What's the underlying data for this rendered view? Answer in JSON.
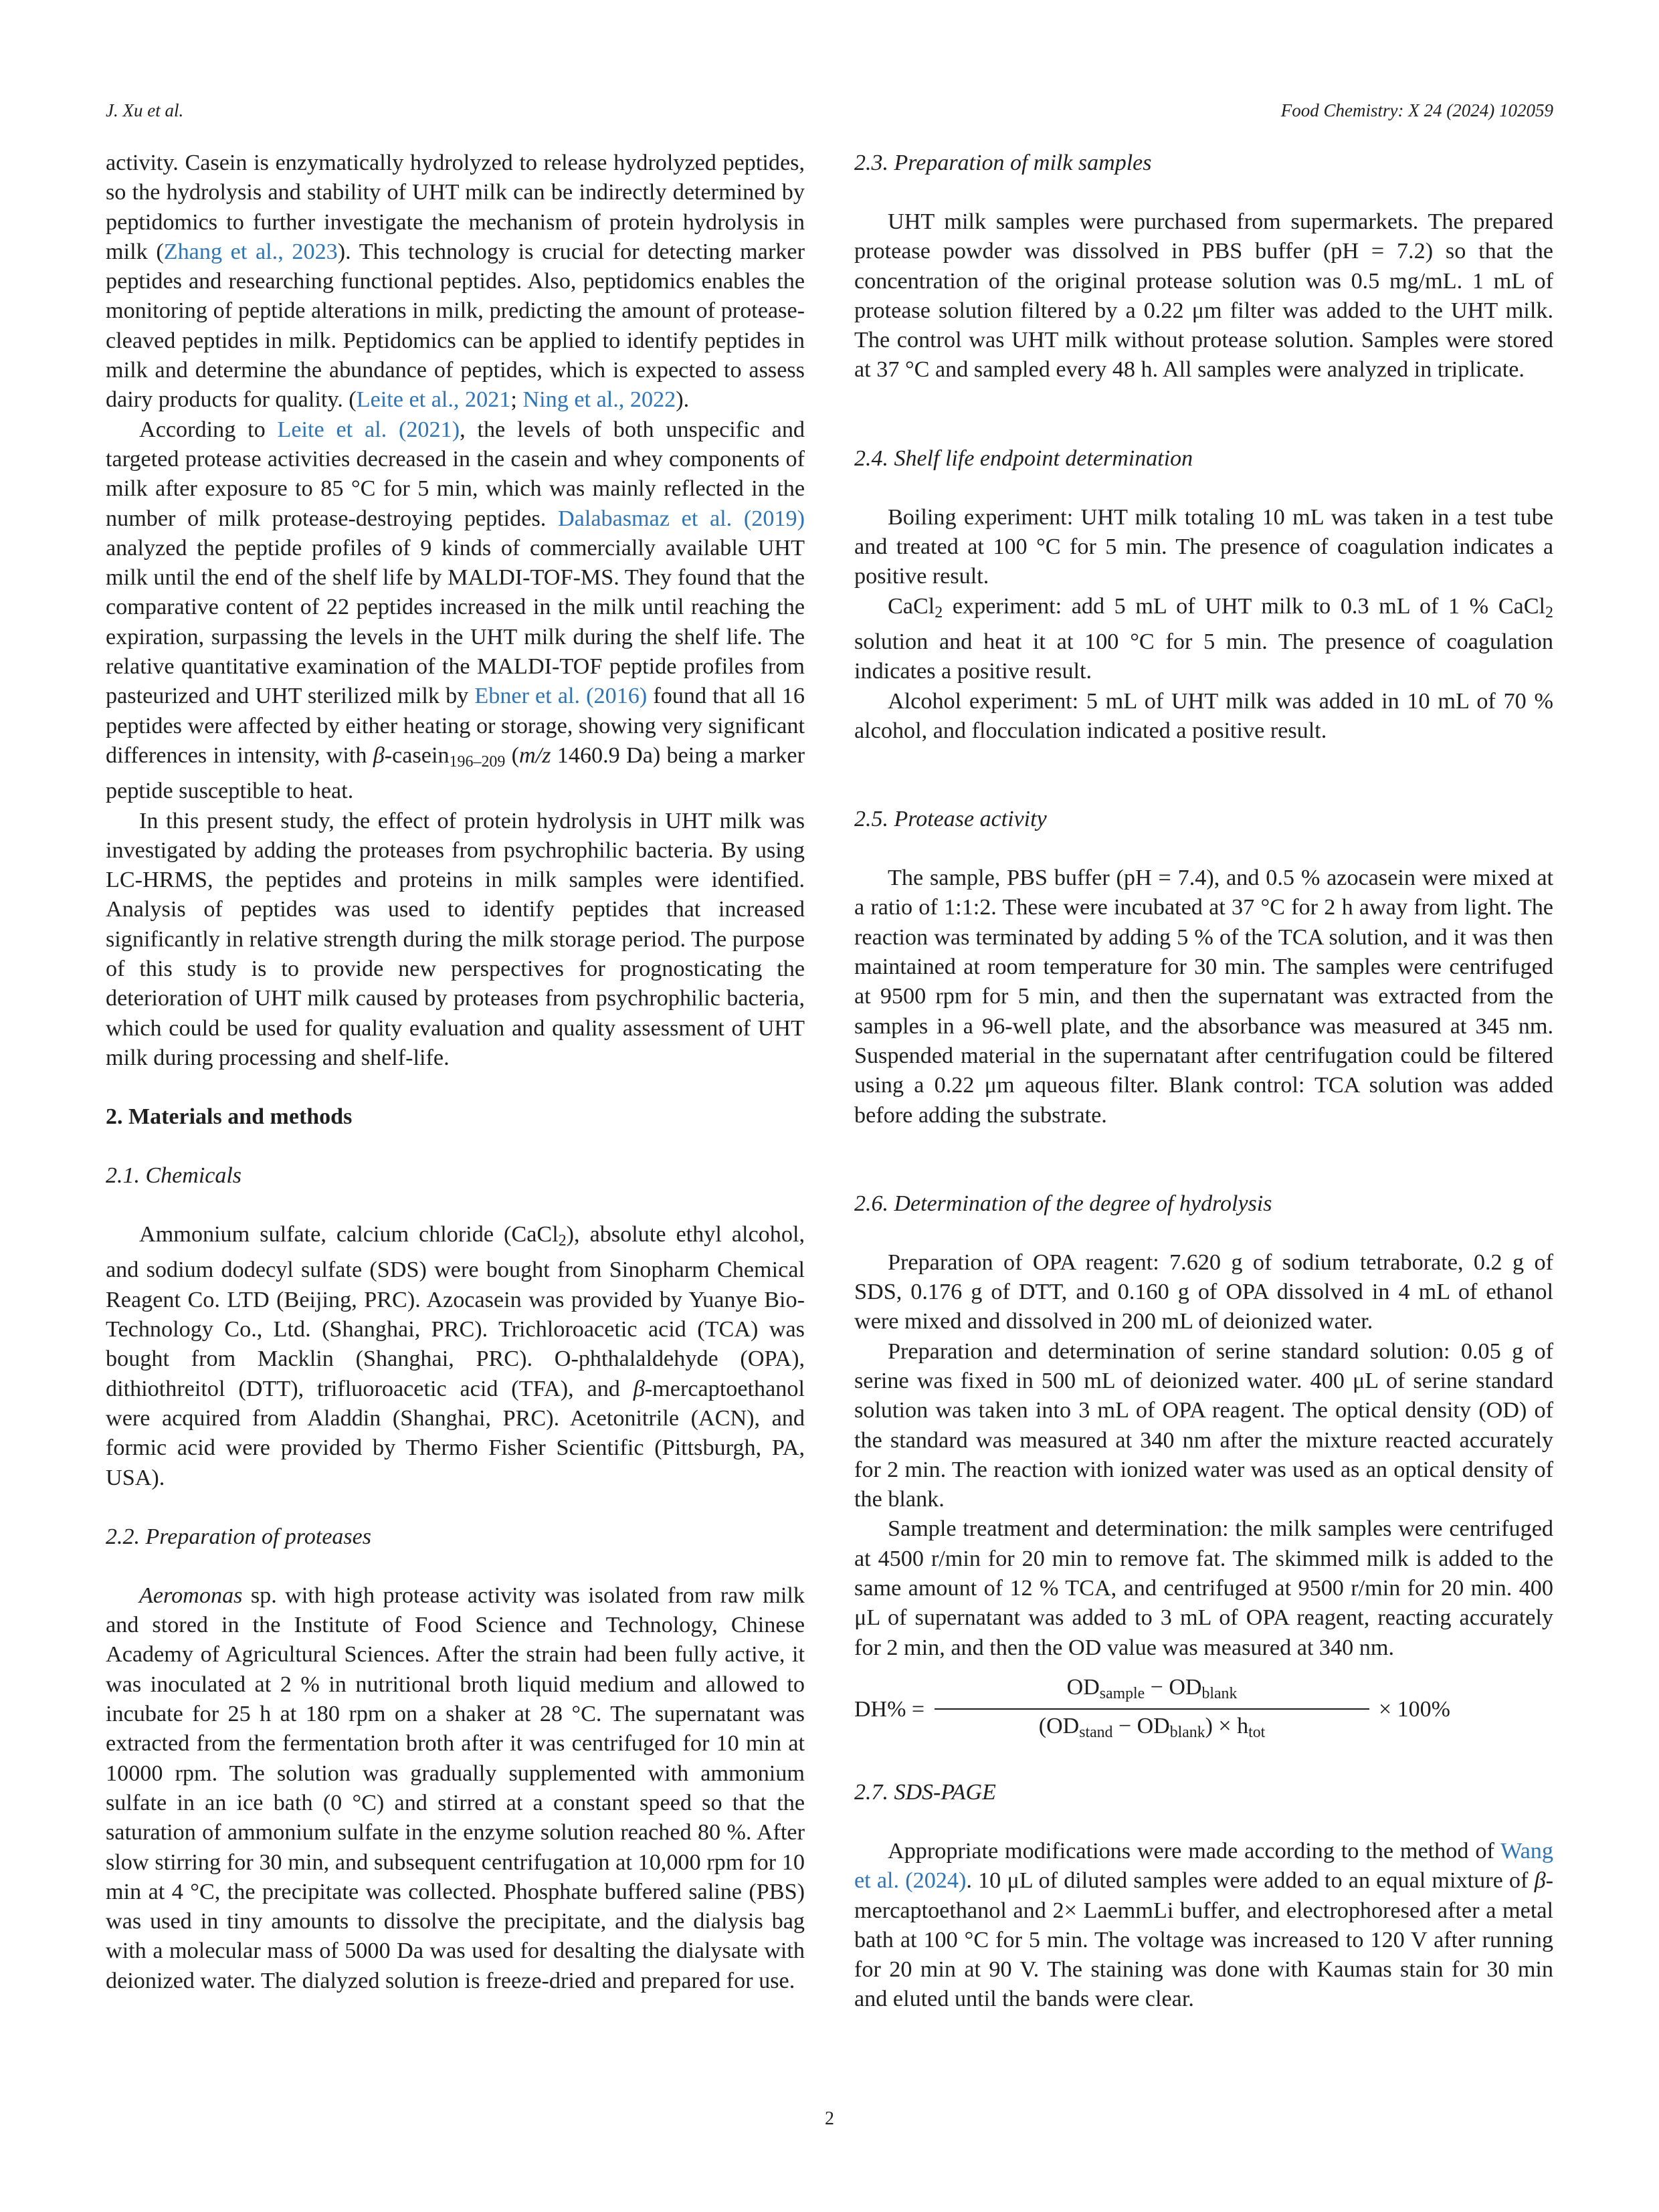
{
  "header": {
    "authors": "J. Xu et al.",
    "journal": "Food Chemistry: X 24 (2024) 102059"
  },
  "left": {
    "p1": {
      "a": "activity. Casein is enzymatically hydrolyzed to release hydrolyzed peptides, so the hydrolysis and stability of UHT milk can be indirectly determined by peptidomics to further investigate the mechanism of protein hydrolysis in milk (",
      "cite1": "Zhang et al., 2023",
      "b": "). This technology is crucial for detecting marker peptides and researching functional peptides. Also, peptidomics enables the monitoring of peptide alterations in milk, predicting the amount of protease-cleaved peptides in milk. Peptidomics can be applied to identify peptides in milk and determine the abundance of peptides, which is expected to assess dairy products for quality. (",
      "cite2": "Leite et al., 2021",
      "c": "; ",
      "cite3": "Ning et al., 2022",
      "d": ")."
    },
    "p2": {
      "a": "According to ",
      "cite1": "Leite et al. (2021)",
      "b": ", the levels of both unspecific and targeted protease activities decreased in the casein and whey components of milk after exposure to 85 °C for 5 min, which was mainly reflected in the number of milk protease-destroying peptides. ",
      "cite2": "Dalabasmaz et al. (2019)",
      "c": " analyzed the peptide profiles of 9 kinds of commercially available UHT milk until the end of the shelf life by MALDI-TOF-MS. They found that the comparative content of 22 peptides increased in the milk until reaching the expiration, surpassing the levels in the UHT milk during the shelf life. The relative quantitative examination of the MALDI-TOF peptide profiles from pasteurized and UHT sterilized milk by ",
      "cite3": "Ebner et al. (2016)",
      "d": " found that all 16 peptides were affected by either heating or storage, showing very significant differences in intensity, with ",
      "beta": "β",
      "e": "-casein",
      "sub": "196–209",
      "f": " (",
      "mz": "m/z",
      "g": " 1460.9 Da) being a marker peptide susceptible to heat."
    },
    "p3": "In this present study, the effect of protein hydrolysis in UHT milk was investigated by adding the proteases from psychrophilic bacteria. By using LC-HRMS, the peptides and proteins in milk samples were identified. Analysis of peptides was used to identify peptides that increased significantly in relative strength during the milk storage period. The purpose of this study is to provide new perspectives for prognosticating the deterioration of UHT milk caused by proteases from psychrophilic bacteria, which could be used for quality evaluation and quality assessment of UHT milk during processing and shelf-life.",
    "sec2_title": "2.  Materials and methods",
    "s21_title": "2.1.  Chemicals",
    "s21": {
      "a": "Ammonium sulfate, calcium chloride (CaCl",
      "sub": "2",
      "b": "), absolute ethyl alcohol, and sodium dodecyl sulfate (SDS) were bought from Sinopharm Chemical Reagent Co. LTD (Beijing, PRC). Azocasein was provided by Yuanye Bio-Technology Co., Ltd. (Shanghai, PRC). Trichloroacetic acid (TCA) was bought from Macklin (Shanghai, PRC). O-phthalaldehyde (OPA), dithiothreitol (DTT), trifluoroacetic acid (TFA), and ",
      "beta": "β",
      "c": "-mercaptoethanol were acquired from Aladdin (Shanghai, PRC). Acetonitrile (ACN), and formic acid were provided by Thermo Fisher Scientific (Pittsburgh, PA, USA)."
    },
    "s22_title": "2.2.  Preparation of proteases",
    "s22": {
      "genus": "Aeromonas",
      "a": " sp. with high protease activity was isolated from raw milk and stored in the Institute of Food Science and Technology, Chinese Academy of Agricultural Sciences. After the strain had been fully active, it was inoculated at 2 % in nutritional broth liquid medium and allowed to incubate for 25 h at 180 rpm on a shaker at 28 °C. The supernatant was extracted from the fermentation broth after it was centrifuged for 10 min at 10000 rpm. The solution was gradually supplemented with ammonium sulfate in an ice bath (0 °C) and stirred at a constant speed so that the saturation of ammonium sulfate in the enzyme solution reached 80 %. After slow stirring for 30 min, and subsequent centrifugation at 10,000 rpm for 10 min at 4 °C, the precipitate was collected. Phosphate buffered saline (PBS) was used in tiny amounts to dissolve the precipitate, and the dialysis bag with a molecular mass of 5000 Da was used for desalting the dialysate with deionized water. The dialyzed solution is freeze-dried and prepared for use."
    }
  },
  "right": {
    "s23_title": "2.3.  Preparation of milk samples",
    "s23": "UHT milk samples were purchased from supermarkets. The prepared protease powder was dissolved in PBS buffer (pH = 7.2) so that the concentration of the original protease solution was 0.5 mg/mL. 1 mL of protease solution filtered by a 0.22 μm filter was added to the UHT milk. The control was UHT milk without protease solution. Samples were stored at 37 °C and sampled every 48 h. All samples were analyzed in triplicate.",
    "s24_title": "2.4.  Shelf life endpoint determination",
    "s24_p1": "Boiling experiment: UHT milk totaling 10 mL was taken in a test tube and treated at 100 °C for 5 min. The presence of coagulation indicates a positive result.",
    "s24_p2": {
      "a": "CaCl",
      "sub1": "2",
      "b": " experiment: add 5 mL of UHT milk to 0.3 mL of 1 % CaCl",
      "sub2": "2",
      "c": " solution and heat it at 100 °C for 5 min. The presence of coagulation indicates a positive result."
    },
    "s24_p3": "Alcohol experiment: 5 mL of UHT milk was added in 10 mL of 70 % alcohol, and flocculation indicated a positive result.",
    "s25_title": "2.5.  Protease activity",
    "s25": "The sample, PBS buffer (pH = 7.4), and 0.5 % azocasein were mixed at a ratio of 1:1:2. These were incubated at 37 °C for 2 h away from light. The reaction was terminated by adding 5 % of the TCA solution, and it was then maintained at room temperature for 30 min. The samples were centrifuged at 9500 rpm for 5 min, and then the supernatant was extracted from the samples in a 96-well plate, and the absorbance was measured at 345 nm. Suspended material in the supernatant after centrifugation could be filtered using a 0.22 μm aqueous filter. Blank control: TCA solution was added before adding the substrate.",
    "s26_title": "2.6.  Determination of the degree of hydrolysis",
    "s26_p1": "Preparation of OPA reagent: 7.620 g of sodium tetraborate, 0.2 g of SDS, 0.176 g of DTT, and 0.160 g of OPA dissolved in 4 mL of ethanol were mixed and dissolved in 200 mL of deionized water.",
    "s26_p2": "Preparation and determination of serine standard solution: 0.05 g of serine was fixed in 500 mL of deionized water. 400 μL of serine standard solution was taken into 3 mL of OPA reagent. The optical density (OD) of the standard was measured at 340 nm after the mixture reacted accurately for 2 min. The reaction with ionized water was used as an optical density of the blank.",
    "s26_p3": "Sample treatment and determination: the milk samples were centrifuged at 4500 r/min for 20 min to remove fat. The skimmed milk is added to the same amount of 12 % TCA, and centrifuged at 9500 r/min for 20 min. 400 μL of supernatant was added to 3 mL of OPA reagent, reacting accurately for 2 min, and then the OD value was measured at 340 nm.",
    "formula": {
      "lhs": "DH% =",
      "od": "OD",
      "sample": "sample",
      "minus": " − ",
      "blank": "blank",
      "den_open": "(OD",
      "stand": "stand",
      "den_mid": ") × h",
      "tot": "tot",
      "rhs": "× 100%"
    },
    "s27_title": "2.7.  SDS-PAGE",
    "s27": {
      "a": "Appropriate modifications were made according to the method of ",
      "cite": "Wang et al. (2024)",
      "b": ". 10 μL of diluted samples were added to an equal mixture of ",
      "beta": "β",
      "c": "-mercaptoethanol and 2× LaemmLi buffer, and electrophoresed after a metal bath at 100 °C for 5 min. The voltage was increased to 120 V after running for 20 min at 90 V. The staining was done with Kaumas stain for 30 min and eluted until the bands were clear."
    }
  },
  "page_number": "2"
}
